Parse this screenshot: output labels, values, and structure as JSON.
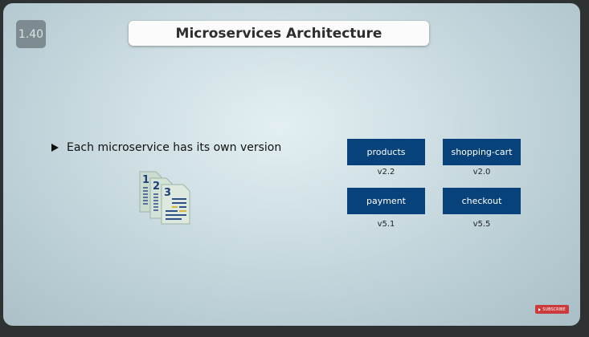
{
  "slide_number": "1.40",
  "title": "Microservices Architecture",
  "bullet": "Each microservice has its own version",
  "services": [
    {
      "name": "products",
      "version": "v2.2"
    },
    {
      "name": "shopping-cart",
      "version": "v2.0"
    },
    {
      "name": "payment",
      "version": "v5.1"
    },
    {
      "name": "checkout",
      "version": "v5.5"
    }
  ],
  "subscribe_label": "SUBSCRIBE",
  "colors": {
    "service_box": "#08427a",
    "title_bg": "#fbfbfb",
    "subscribe": "#cc3b3b"
  }
}
